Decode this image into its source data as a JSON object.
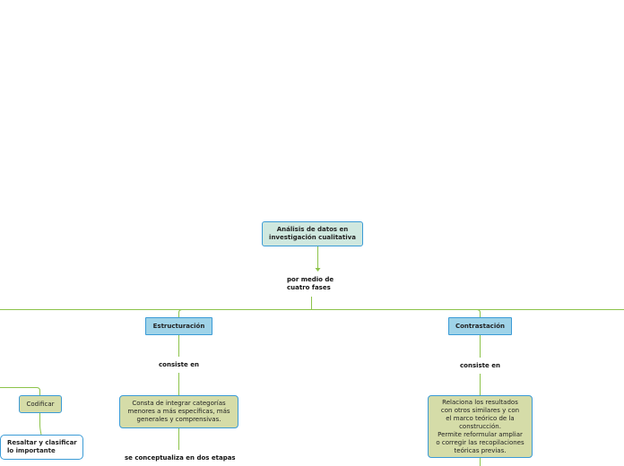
{
  "root": {
    "line1": "Análisis de datos en",
    "line2": "investigación cualitativa"
  },
  "link_root": {
    "line1": "por medio de",
    "line2": "cuatro fases"
  },
  "estructuracion": {
    "title": "Estructuración",
    "link": "consiste en",
    "desc": [
      "Consta de integrar categorías",
      "menores a más específicas, más",
      "generales y comprensivas."
    ],
    "link2": "se conceptualiza en dos etapas"
  },
  "contrastacion": {
    "title": "Contrastación",
    "link": "consiste en",
    "desc": [
      "Relaciona los resultados",
      "con otros similares y con",
      "el marco teórico de la",
      "construcción.",
      "Permite reformular ampliar",
      "o corregir las recopilaciones",
      "teóricas previas."
    ]
  },
  "codificar": {
    "title": "Codificar",
    "child": [
      "Resaltar y clasificar",
      "lo importante"
    ]
  },
  "colors": {
    "line": "#8cc34a",
    "border": "#3b9bd6",
    "blue_fill": "#9fd3e8",
    "olive_fill": "#d5dca8",
    "root_fill": "#cfe8df"
  }
}
